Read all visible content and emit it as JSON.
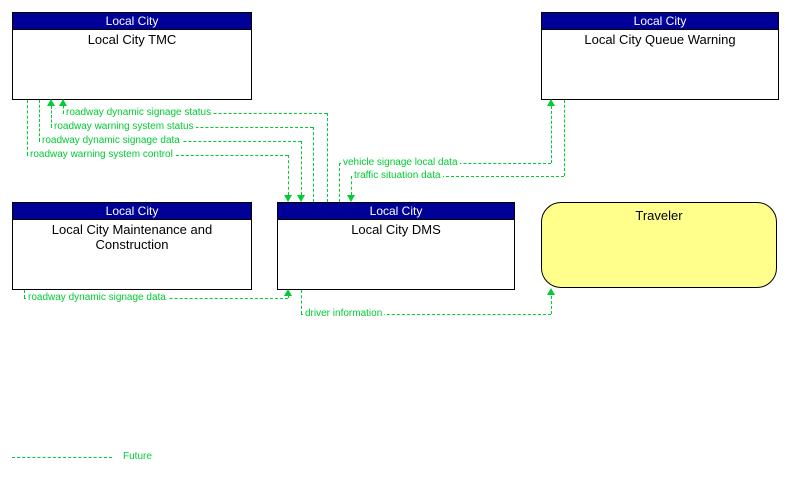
{
  "entities": {
    "tmc": {
      "header": "Local City",
      "name": "Local City TMC"
    },
    "queue_warning": {
      "header": "Local City",
      "name": "Local City Queue Warning"
    },
    "maintenance": {
      "header": "Local City",
      "name": "Local City Maintenance and Construction"
    },
    "dms": {
      "header": "Local City",
      "name": "Local City DMS"
    },
    "traveler": {
      "name": "Traveler"
    }
  },
  "flows": {
    "roadway_dynamic_signage_status": {
      "label": "roadway dynamic signage status",
      "from": "Local City DMS",
      "to": "Local City TMC",
      "status": "future"
    },
    "roadway_warning_system_status": {
      "label": "roadway warning system status",
      "from": "Local City DMS",
      "to": "Local City TMC",
      "status": "future"
    },
    "roadway_dynamic_signage_data_tmc": {
      "label": "roadway dynamic signage data",
      "from": "Local City TMC",
      "to": "Local City DMS",
      "status": "future"
    },
    "roadway_warning_system_control": {
      "label": "roadway warning system control",
      "from": "Local City TMC",
      "to": "Local City DMS",
      "status": "future"
    },
    "vehicle_signage_local_data": {
      "label": "vehicle signage local data",
      "from": "Local City DMS",
      "to": "Local City Queue Warning",
      "status": "future"
    },
    "traffic_situation_data": {
      "label": "traffic situation data",
      "from": "Local City Queue Warning",
      "to": "Local City DMS",
      "status": "future"
    },
    "roadway_dynamic_signage_data_maint": {
      "label": "roadway dynamic signage data",
      "from": "Local City Maintenance and Construction",
      "to": "Local City DMS",
      "status": "future"
    },
    "driver_information": {
      "label": "driver information",
      "from": "Local City DMS",
      "to": "Traveler",
      "status": "future"
    }
  },
  "legend": {
    "future": "Future"
  },
  "colors": {
    "entity_header_bg": "#000099",
    "entity_header_text": "#FFFFFF",
    "flow_green": "#00CC33",
    "traveler_fill": "#FFFF8C"
  }
}
